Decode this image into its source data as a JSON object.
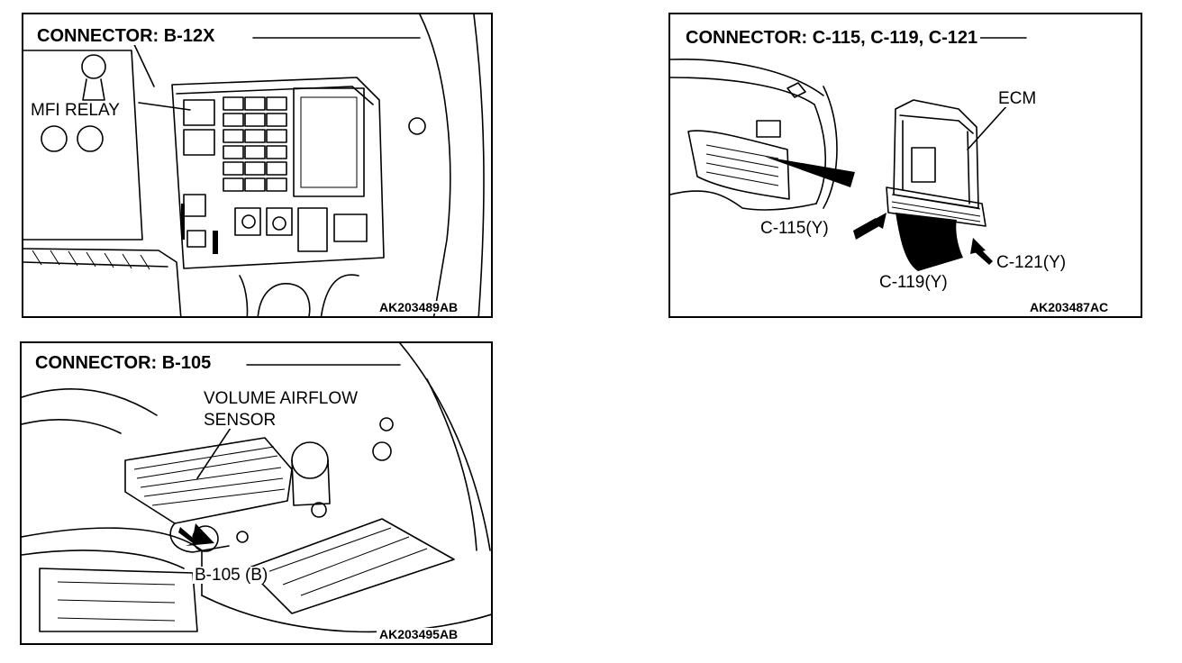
{
  "panels": {
    "b12x": {
      "title": "CONNECTOR: B-12X",
      "callout": "MFI RELAY",
      "figure_id": "AK203489AB"
    },
    "c115": {
      "title": "CONNECTOR: C-115, C-119, C-121",
      "callout_ecm": "ECM",
      "callout_c115": "C-115(Y)",
      "callout_c119": "C-119(Y)",
      "callout_c121": "C-121(Y)",
      "figure_id": "AK203487AC"
    },
    "b105": {
      "title": "CONNECTOR: B-105",
      "callout_sensor_1": "VOLUME AIRFLOW",
      "callout_sensor_2": "SENSOR",
      "callout_connector": "B-105 (B)",
      "figure_id": "AK203495AB"
    }
  }
}
